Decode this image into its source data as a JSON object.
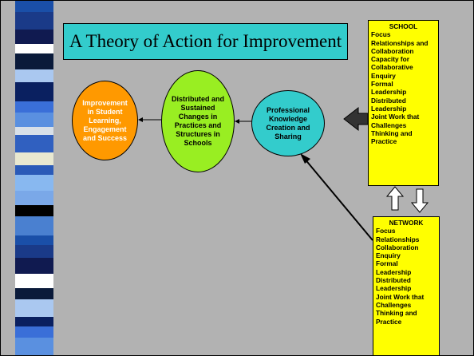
{
  "title": "A Theory of Action for Improvement",
  "ellipses": {
    "improvement": "Improvement in Student Learning, Engagement and Success",
    "distributed": "Distributed and Sustained Changes in Practices and Structures in Schools",
    "professional": "Professional Knowledge Creation and Sharing"
  },
  "school": {
    "header": "SCHOOL",
    "lines": [
      "Focus",
      "Relationships and",
      "Collaboration",
      "Capacity for",
      "Collaborative",
      "Enquiry",
      "Formal",
      "Leadership",
      "Distributed",
      "Leadership",
      "Joint Work that",
      "Challenges",
      "Thinking and",
      "Practice"
    ]
  },
  "network": {
    "header": "NETWORK",
    "lines": [
      "Focus",
      "Relationships",
      "Collaboration",
      "Enquiry",
      "Formal",
      "Leadership",
      "Distributed",
      "Leadership",
      "Joint Work that",
      "Challenges",
      "Thinking and",
      "Practice"
    ]
  },
  "colors": {
    "background": "#b2b2b2",
    "title_fill": "#33cccc",
    "improvement_fill": "#ff9900",
    "distributed_fill": "#99ee22",
    "professional_fill": "#33cccc",
    "box_fill": "#ffff00"
  }
}
